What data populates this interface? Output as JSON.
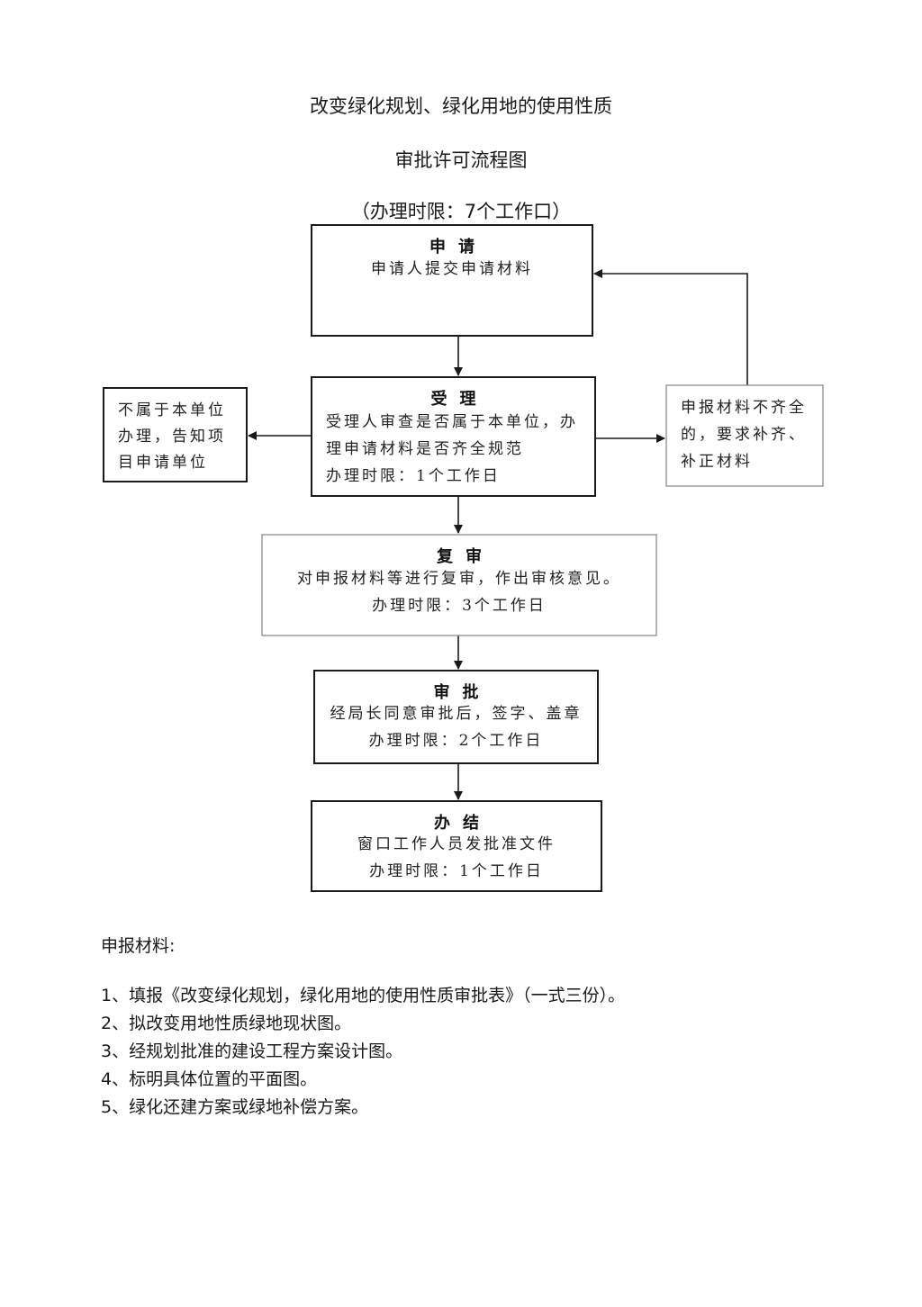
{
  "document": {
    "title": "改变绿化规划、绿化用地的使用性质",
    "subtitle": "审批许可流程图",
    "time_limit_note": "（办理时限：7个工作口）"
  },
  "flowchart": {
    "nodes": [
      {
        "id": "apply",
        "title": "申请",
        "lines": [
          "申请人提交申请材料"
        ]
      },
      {
        "id": "accept",
        "title": "受理",
        "lines": [
          "受理人审查是否属于本单位，办",
          "理申请材料是否齐全规范",
          "办理时限：1个工作日"
        ]
      },
      {
        "id": "reject",
        "title": "",
        "lines": [
          "不属于本单位",
          "办理，告知项",
          "目申请单位"
        ]
      },
      {
        "id": "supplement",
        "title": "",
        "lines": [
          "申报材料不齐全",
          "的，要求补齐、",
          "补正材料"
        ]
      },
      {
        "id": "review",
        "title": "复审",
        "lines": [
          "对申报材料等进行复审，作出审核意见。",
          "办理时限：3个工作日"
        ]
      },
      {
        "id": "approve",
        "title": "审批",
        "lines": [
          "经局长同意审批后，签字、盖章",
          "办理时限：2个工作日"
        ]
      },
      {
        "id": "complete",
        "title": "办结",
        "lines": [
          "窗口工作人员发批准文件",
          "办理时限：1个工作日"
        ]
      }
    ],
    "edges": [
      {
        "from": "apply",
        "to": "accept"
      },
      {
        "from": "accept",
        "to": "reject"
      },
      {
        "from": "accept",
        "to": "supplement"
      },
      {
        "from": "supplement",
        "to": "apply"
      },
      {
        "from": "accept",
        "to": "review"
      },
      {
        "from": "review",
        "to": "approve"
      },
      {
        "from": "approve",
        "to": "complete"
      }
    ],
    "colors": {
      "border_dark": "#1a1a1a",
      "border_light": "#8c8c8c",
      "arrow": "#1a1a1a"
    }
  },
  "materials": {
    "title": "申报材料:",
    "items": [
      "1、填报《改变绿化规划，绿化用地的使用性质审批表》（一式三份）。",
      "2、拟改变用地性质绿地现状图。",
      "3、经规划批准的建设工程方案设计图。",
      "4、标明具体位置的平面图。",
      "5、绿化还建方案或绿地补偿方案。"
    ]
  }
}
